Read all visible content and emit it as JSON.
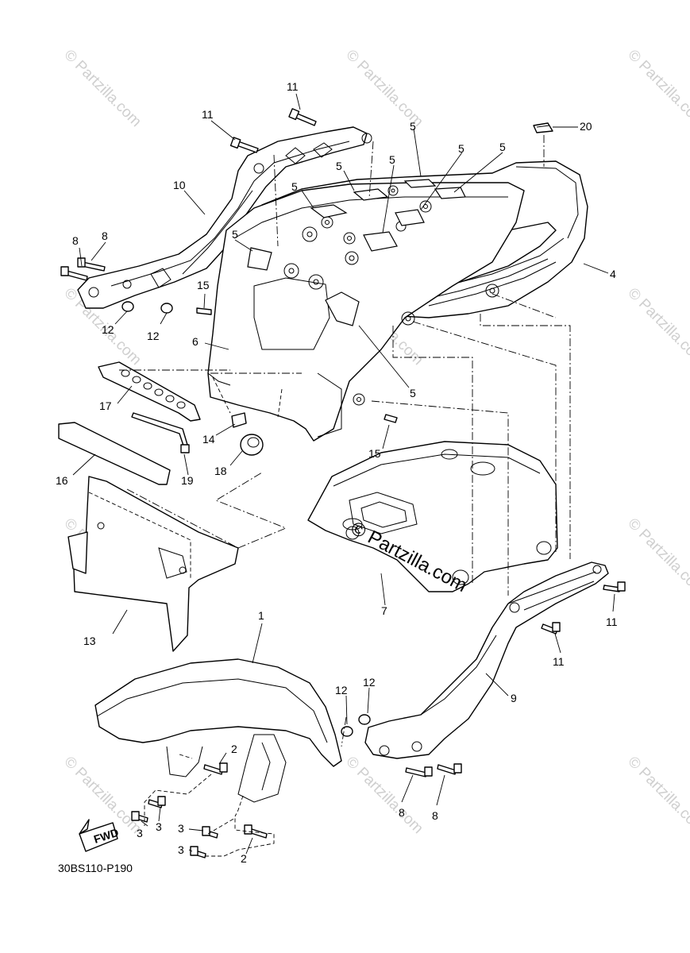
{
  "diagram_code": "30BS110-P190",
  "watermark_text": "© Partzilla.com",
  "fwd_label": "FWD",
  "callouts": {
    "c1": "1",
    "c2a": "2",
    "c2b": "2",
    "c3a": "3",
    "c3b": "3",
    "c3c": "3",
    "c3d": "3",
    "c4": "4",
    "c5a": "5",
    "c5b": "5",
    "c5c": "5",
    "c5d": "5",
    "c5e": "5",
    "c5f": "5",
    "c5g": "5",
    "c5h": "5",
    "c6": "6",
    "c7": "7",
    "c8a": "8",
    "c8b": "8",
    "c8c": "8",
    "c8d": "8",
    "c9": "9",
    "c10": "10",
    "c11a": "11",
    "c11b": "11",
    "c11c": "11",
    "c11d": "11",
    "c12a": "12",
    "c12b": "12",
    "c12c": "12",
    "c12d": "12",
    "c13": "13",
    "c14": "14",
    "c15a": "15",
    "c15b": "15",
    "c16": "16",
    "c17": "17",
    "c18": "18",
    "c19": "19",
    "c20": "20"
  }
}
